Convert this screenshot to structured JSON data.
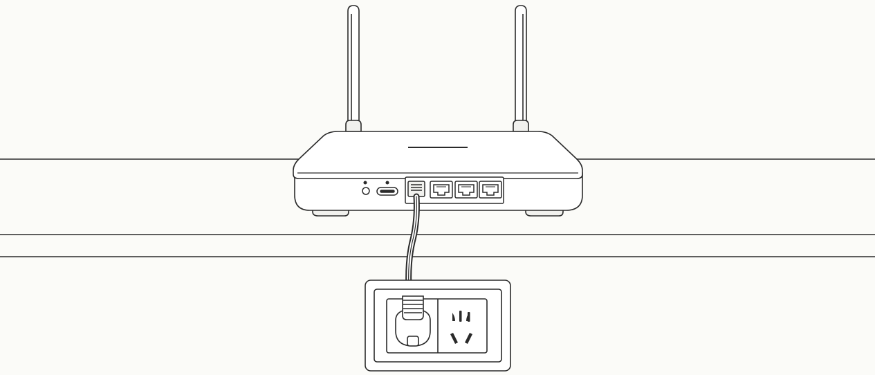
{
  "scene": {
    "description_items": [],
    "colors": {
      "background": "#fbfbf8",
      "line": "#2a2a2a",
      "fill_white": "#ffffff",
      "fill_grey": "#f1f1ee"
    },
    "router": {
      "antennas": 2,
      "ethernet_ports": 3,
      "power_port": "connected",
      "led_indicators": 2
    },
    "wall_outlet": {
      "plug_inserted": true,
      "sockets": 2
    },
    "icons": [
      "router-icon",
      "antenna-icon",
      "ethernet-port-icon",
      "power-cable-icon",
      "power-outlet-icon"
    ]
  }
}
